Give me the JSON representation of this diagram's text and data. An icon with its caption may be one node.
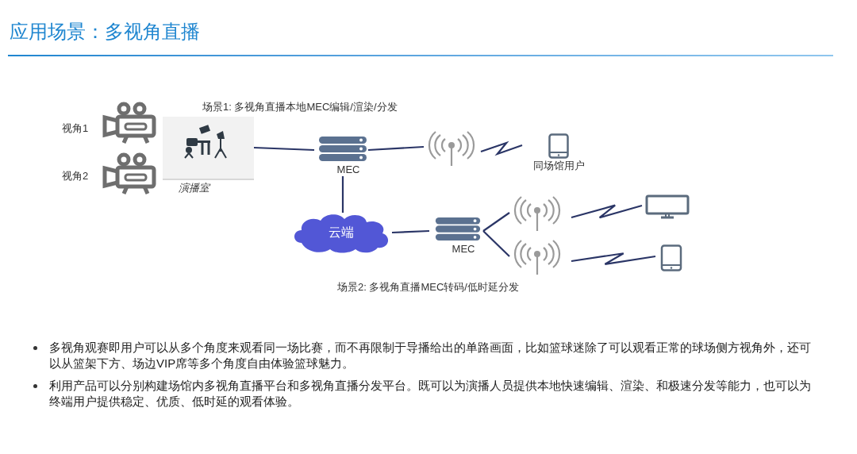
{
  "diagram": {
    "title": "应用场景：多视角直播",
    "nodes": [
      {
        "text": [
          "演播室"
        ]
      },
      {
        "text": [
          "MEC"
        ]
      },
      {
        "text": [],
        "shape": "antenna"
      },
      {
        "text": [
          "同场馆用户"
        ]
      },
      {
        "text": [
          "云端"
        ]
      },
      {
        "text": [
          "MEC"
        ]
      },
      {
        "text": [],
        "shape": "antenna"
      },
      {
        "text": [],
        "shape": "antenna"
      },
      {
        "text": [],
        "shape": "monitor"
      },
      {
        "text": [],
        "shape": "tablet"
      }
    ],
    "edges": [
      {
        "from": 0,
        "to": 1,
        "arrow": "none"
      },
      {
        "from": 1,
        "to": 2,
        "arrow": "none"
      },
      {
        "from": 2,
        "to": 3,
        "arrow": "none"
      },
      {
        "from": 1,
        "to": 4,
        "arrow": "none"
      },
      {
        "from": 4,
        "to": 5,
        "arrow": "none"
      },
      {
        "from": 5,
        "to": 6,
        "arrow": "none"
      },
      {
        "from": 5,
        "to": 7,
        "arrow": "none"
      },
      {
        "from": 6,
        "to": 8,
        "arrow": "none"
      },
      {
        "from": 7,
        "to": 9,
        "arrow": "none"
      }
    ],
    "labels": [
      "场景1: 多视角直播本地MEC编辑/渲染/分发",
      "视角1",
      "视角2",
      "场景2: 多视角直播MEC转码/低时延分发",
      "多视角观赛即用户可以从多个角度来观看同一场比赛，而不再限制于导播给出的单路画面，比如篮球迷除了可以观看正常的球场侧方视角外，还可以从篮架下方、场边VIP席等多个角度自由体验篮球魅力。",
      "利用产品可以分别构建场馆内多视角直播平台和多视角直播分发平台。既可以为演播人员提供本地快速编辑、渲染、和极速分发等能力，也可以为终端用户提供稳定、优质、低时延的观看体验。"
    ]
  }
}
